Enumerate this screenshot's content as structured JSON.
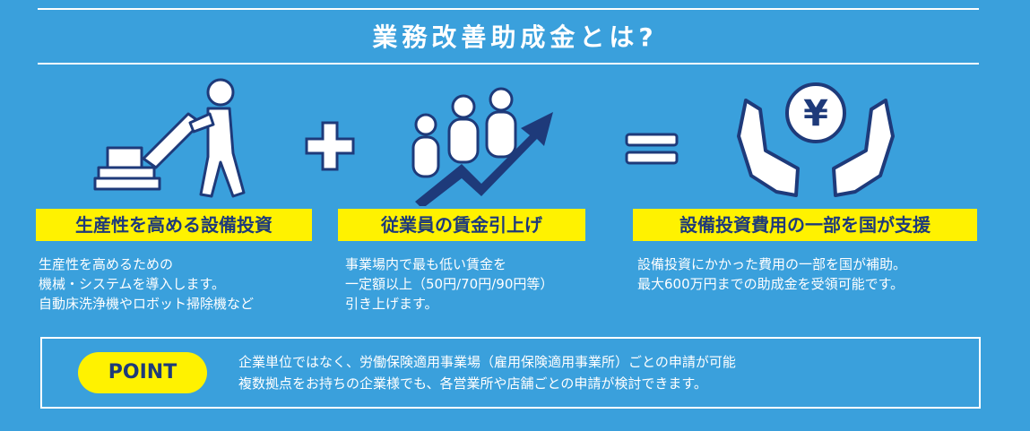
{
  "header": {
    "title": "業務改善助成金とは?"
  },
  "icons": {
    "worker": "floor-scrubber-worker-icon",
    "plus": "plus-icon",
    "growth": "people-growth-arrow-icon",
    "equals": "equals-icon",
    "subsidy": "hands-yen-coin-icon"
  },
  "columns": [
    {
      "label": "生産性を高める設備投資",
      "lines": [
        "生産性を高めるための",
        "機械・システムを導入します。",
        "自動床洗浄機やロボット掃除機など"
      ]
    },
    {
      "label": "従業員の賃金引上げ",
      "lines": [
        "事業場内で最も低い賃金を",
        "一定額以上（50円/70円/90円等）",
        "引き上げます。"
      ]
    },
    {
      "label": "設備投資費用の一部を国が支援",
      "lines": [
        "設備投資にかかった費用の一部を国が補助。",
        "最大600万円までの助成金を受領可能です。"
      ]
    }
  ],
  "point": {
    "badge": "POINT",
    "lines": [
      "企業単位ではなく、労働保険適用事業場（雇用保険適用事業所）ごとの申請が可能",
      "複数拠点をお持ちの企業様でも、各営業所や店舗ごとの申請が検討できます。"
    ]
  },
  "colors": {
    "background": "#3aa0dc",
    "accent": "#fff200",
    "navy": "#1e3a7a",
    "white": "#ffffff"
  }
}
